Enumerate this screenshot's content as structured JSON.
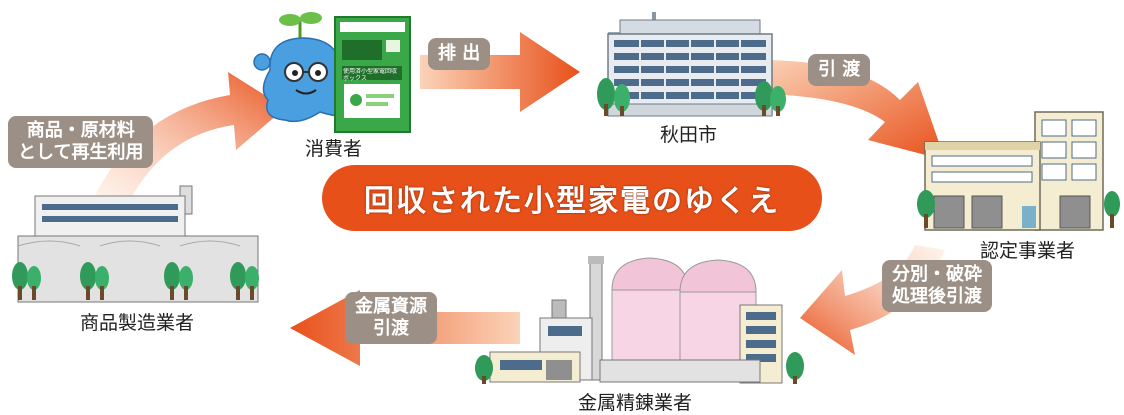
{
  "title": "回収された小型家電のゆくえ",
  "nodes": {
    "consumer": "消費者",
    "city": "秋田市",
    "certified": "認定事業者",
    "refiner": "金属精錬業者",
    "manufacturer": "商品製造業者"
  },
  "steps": {
    "discharge": "排 出",
    "transfer1": "引 渡",
    "crush_line1": "分別・破砕",
    "crush_line2": "処理後引渡",
    "metal_line1": "金属資源",
    "metal_line2": "引渡",
    "reuse_line1": "商品・原材料",
    "reuse_line2": "として再生利用"
  },
  "box_label": "使用済小型家電回収ボックス",
  "colors": {
    "arrow": "#e8501a",
    "tag": "#9c8f86",
    "title_bg": "#e8501a",
    "mascot": "#4a9fe0",
    "box": "#3aa849"
  }
}
